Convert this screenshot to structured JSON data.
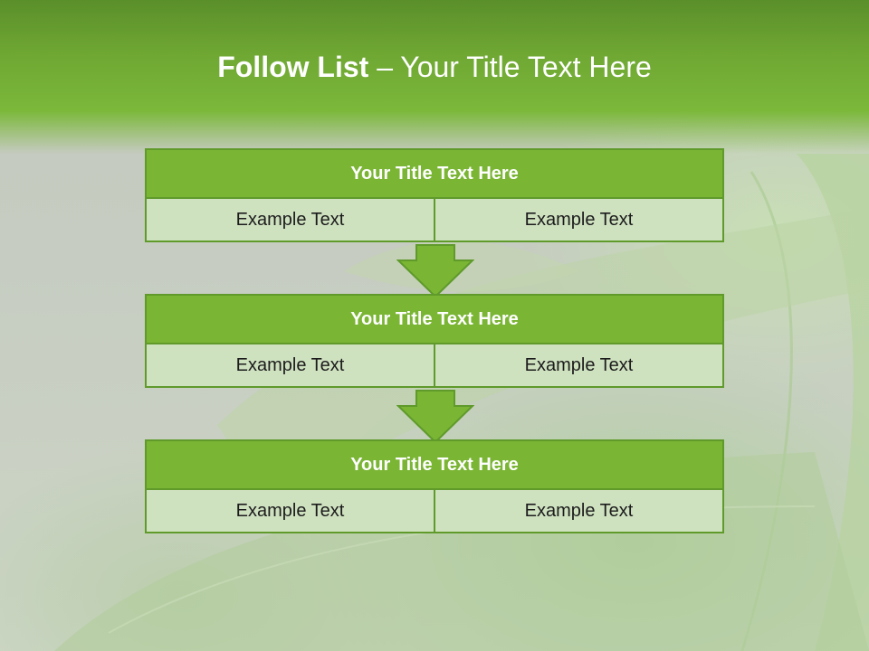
{
  "title": {
    "bold": "Follow List",
    "rest": " – Your Title Text Here"
  },
  "steps": [
    {
      "title": "Your Title Text Here",
      "left": "Example Text",
      "right": "Example Text"
    },
    {
      "title": "Your Title Text Here",
      "left": "Example Text",
      "right": "Example Text"
    },
    {
      "title": "Your Title Text Here",
      "left": "Example Text",
      "right": "Example Text"
    }
  ],
  "colors": {
    "accent": "#7ab534",
    "accent_dark": "#5f9a2b",
    "cell_fill": "#cfe2c0",
    "title_text": "#ffffff"
  },
  "icons": [
    "down-arrow-icon",
    "down-arrow-icon"
  ]
}
